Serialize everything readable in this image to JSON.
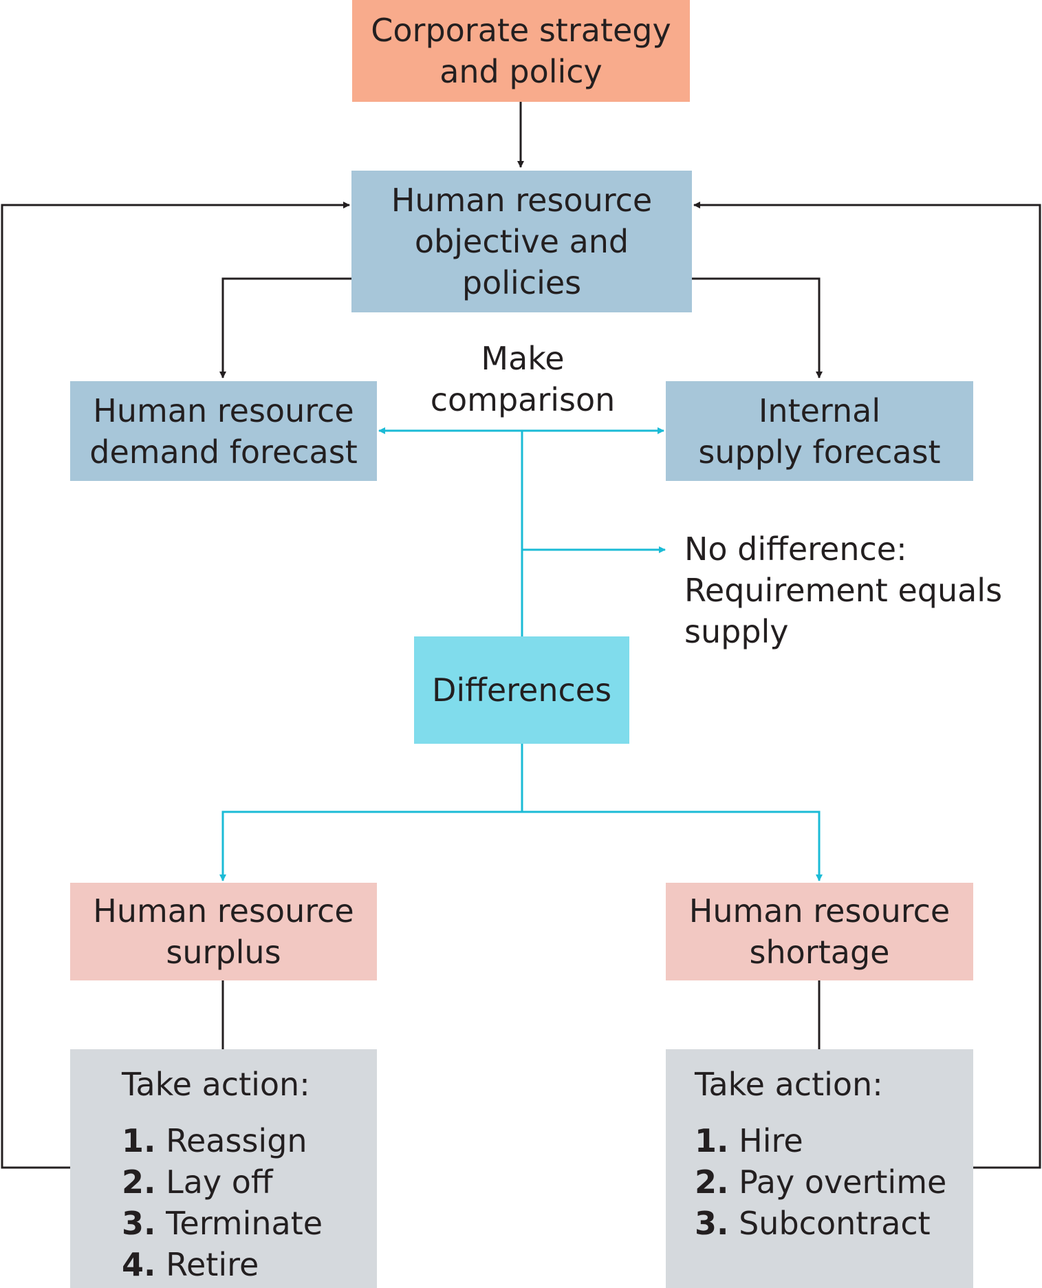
{
  "colors": {
    "salmon": "#f8ab8c",
    "blue_gray": "#a7c6d9",
    "cyan": "#80dcec",
    "pink": "#f2c8c2",
    "gray": "#d5d9dd",
    "black_line": "#231f20",
    "cyan_line": "#1bbbd6"
  },
  "nodes": {
    "corporate": {
      "line1": "Corporate strategy",
      "line2": "and policy"
    },
    "objectives": {
      "line1": "Human resource",
      "line2": "objective and",
      "line3": "policies"
    },
    "demand": {
      "line1": "Human resource",
      "line2": "demand forecast"
    },
    "supply": {
      "line1": "Internal",
      "line2": "supply forecast"
    },
    "differences": {
      "label": "Differences"
    },
    "surplus": {
      "line1": "Human resource",
      "line2": "surplus"
    },
    "shortage": {
      "line1": "Human resource",
      "line2": "shortage"
    }
  },
  "labels": {
    "comparison": {
      "line1": "Make",
      "line2": "comparison"
    },
    "no_difference": {
      "line1": "No difference:",
      "line2": "Requirement equals",
      "line3": "supply"
    }
  },
  "actions": {
    "surplus": {
      "title": "Take action:",
      "items": [
        {
          "num": "1.",
          "text": "Reassign"
        },
        {
          "num": "2.",
          "text": "Lay off"
        },
        {
          "num": "3.",
          "text": "Terminate"
        },
        {
          "num": "4.",
          "text": "Retire"
        }
      ]
    },
    "shortage": {
      "title": "Take action:",
      "items": [
        {
          "num": "1.",
          "text": "Hire"
        },
        {
          "num": "2.",
          "text": "Pay overtime"
        },
        {
          "num": "3.",
          "text": "Subcontract"
        }
      ]
    }
  }
}
